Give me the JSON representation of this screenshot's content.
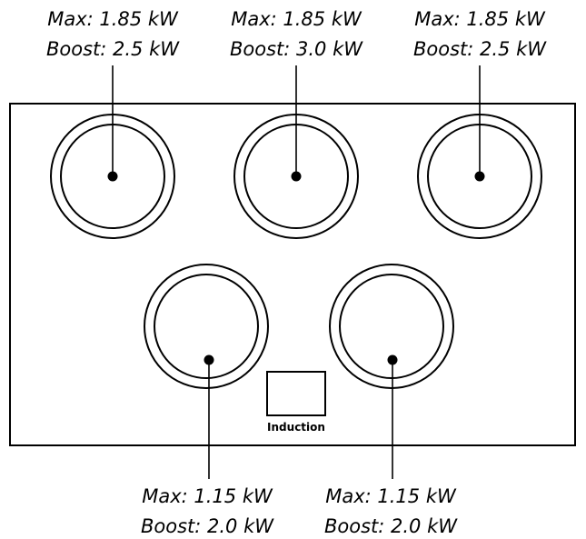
{
  "colors": {
    "ink": "#000000",
    "background": "#ffffff"
  },
  "cooktop": {
    "badge_label": "Induction"
  },
  "burners": [
    {
      "max": "Max: 1.85 kW",
      "boost": "Boost: 2.5 kW"
    },
    {
      "max": "Max: 1.85 kW",
      "boost": "Boost: 3.0 kW"
    },
    {
      "max": "Max: 1.85 kW",
      "boost": "Boost: 2.5 kW"
    },
    {
      "max": "Max: 1.15 kW",
      "boost": "Boost: 2.0 kW"
    },
    {
      "max": "Max: 1.15 kW",
      "boost": "Boost: 2.0 kW"
    }
  ]
}
